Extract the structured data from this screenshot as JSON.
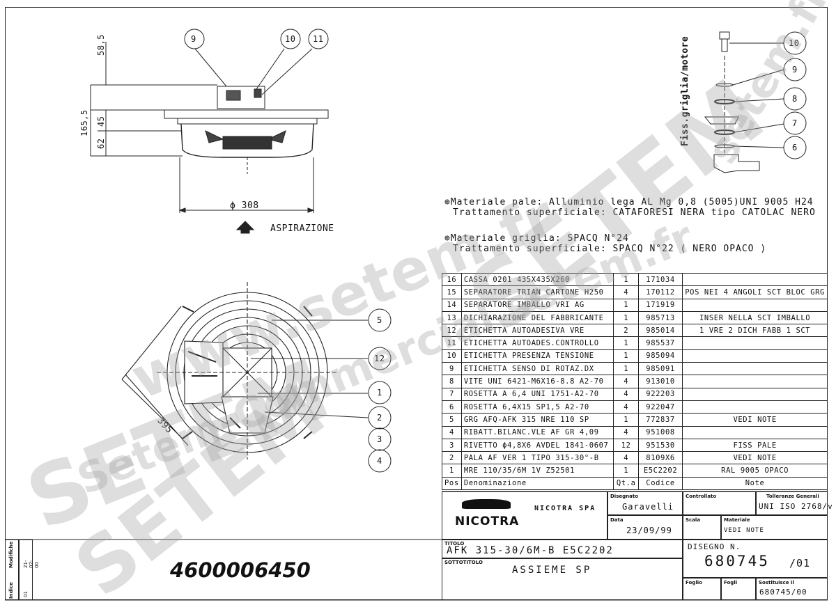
{
  "notes": {
    "line1": "⊕Materiale pale: Alluminio lega AL Mg 0,8 (5005)UNI 9005 H24",
    "line2": "Trattamento superficiale: CATAFORESI NERA tipo CATOLAC NERO",
    "line3": "⊕Materiale griglia: SPACQ N°24",
    "line4": "Trattamento superficiale: SPACQ  N°22 ( NERO OPACO )"
  },
  "dimensions": {
    "d1": "58,5",
    "d2": "165,5",
    "d3": "45",
    "d4": "62",
    "diameter": "ϕ 308",
    "diag": "395"
  },
  "aspirazione": "ASPIRAZIONE",
  "fixing_label": "Fiss.griglia/motore",
  "balloons": [
    "9",
    "10",
    "11",
    "10",
    "9",
    "8",
    "7",
    "6",
    "5",
    "12",
    "1",
    "2",
    "3",
    "4"
  ],
  "bom": {
    "rows": [
      {
        "pos": "16",
        "den": "CASSA 0201 435X435X260",
        "qty": "1",
        "code": "171034",
        "note": ""
      },
      {
        "pos": "15",
        "den": "SEPARATORE TRIAN CARTONE H250",
        "qty": "4",
        "code": "170112",
        "note": "POS NEI 4 ANGOLI SCT BLOC GRG"
      },
      {
        "pos": "14",
        "den": "SEPARATORE IMBALLO VRI AG",
        "qty": "1",
        "code": "171919",
        "note": ""
      },
      {
        "pos": "13",
        "den": "DICHIARAZIONE DEL FABBRICANTE",
        "qty": "1",
        "code": "985713",
        "note": "INSER NELLA SCT IMBALLO"
      },
      {
        "pos": "12",
        "den": "ETICHETTA AUTOADESIVA VRE",
        "qty": "2",
        "code": "985014",
        "note": "1 VRE 2 DICH FABB 1 SCT"
      },
      {
        "pos": "11",
        "den": "ETICHETTA AUTOADES.CONTROLLO",
        "qty": "1",
        "code": "985537",
        "note": ""
      },
      {
        "pos": "10",
        "den": "ETICHETTA PRESENZA TENSIONE",
        "qty": "1",
        "code": "985094",
        "note": ""
      },
      {
        "pos": "9",
        "den": "ETICHETTA SENSO DI ROTAZ.DX",
        "qty": "1",
        "code": "985091",
        "note": ""
      },
      {
        "pos": "8",
        "den": "VITE UNI 6421-M6X16-8.8 A2-70",
        "qty": "4",
        "code": "913010",
        "note": ""
      },
      {
        "pos": "7",
        "den": "ROSETTA A 6,4 UNI 1751-A2-70",
        "qty": "4",
        "code": "922203",
        "note": ""
      },
      {
        "pos": "6",
        "den": "ROSETTA 6,4X15 SP1,5 A2-70",
        "qty": "4",
        "code": "922047",
        "note": ""
      },
      {
        "pos": "5",
        "den": "GRG AFQ-AFK 315 NRE 110 SP",
        "qty": "1",
        "code": "772837",
        "note": "VEDI NOTE"
      },
      {
        "pos": "4",
        "den": "RIBATT.BILANC.VLE AF GR 4,09",
        "qty": "4",
        "code": "951008",
        "note": ""
      },
      {
        "pos": "3",
        "den": "RIVETTO ϕ4,8X6 AVDEL 1841-0607",
        "qty": "12",
        "code": "951530",
        "note": "FISS PALE"
      },
      {
        "pos": "2",
        "den": "PALA AF VER 1 TIPO 315-30°-B",
        "qty": "4",
        "code": "8109X6",
        "note": "VEDI NOTE"
      },
      {
        "pos": "1",
        "den": "MRE 110/35/6M 1V Z52501",
        "qty": "1",
        "code": "E5C2202",
        "note": "RAL 9005 OPACO"
      }
    ],
    "header": {
      "pos": "Pos",
      "den": "Denominazione",
      "qty": "Qt.a",
      "code": "Codice",
      "note": "Note"
    }
  },
  "title_block": {
    "company": "NICOTRA",
    "company_spa": "NICOTRA  SPA",
    "disegnato_lbl": "Disegnato",
    "disegnato": "Garavelli",
    "controllato_lbl": "Controllato",
    "tolleranze_lbl": "Tolleranze Generali",
    "tolleranze": "UNI ISO 2768/v",
    "data_lbl": "Data",
    "data": "23/09/99",
    "scala_lbl": "Scala",
    "materiale_lbl": "Materiale",
    "materiale": "VEDI NOTE",
    "titolo_lbl": "TITOLO",
    "titolo": "AFK 315-30/6M-B     E5C2202",
    "sottotitolo_lbl": "SOTTOTITOLO",
    "sottotitolo": "ASSIEME  SP",
    "disegno_lbl": "DISEGNO N.",
    "disegno": "680745",
    "rev": "/01",
    "foglio_lbl": "Foglio",
    "fogli_lbl": "Fogli",
    "sostituisce_lbl": "Sostituisce il",
    "sostituisce": "680745/00"
  },
  "part_number": "4600006450",
  "revision": {
    "lbl1": "Modifiche",
    "val1": "21-02-00",
    "lbl2": "Indice",
    "val2": "01"
  },
  "watermarks": [
    "www.setem.fr",
    "SETEM",
    "SETEM",
    "Setem-Commercial setem.fr",
    "SETEM",
    "setem.fr"
  ]
}
